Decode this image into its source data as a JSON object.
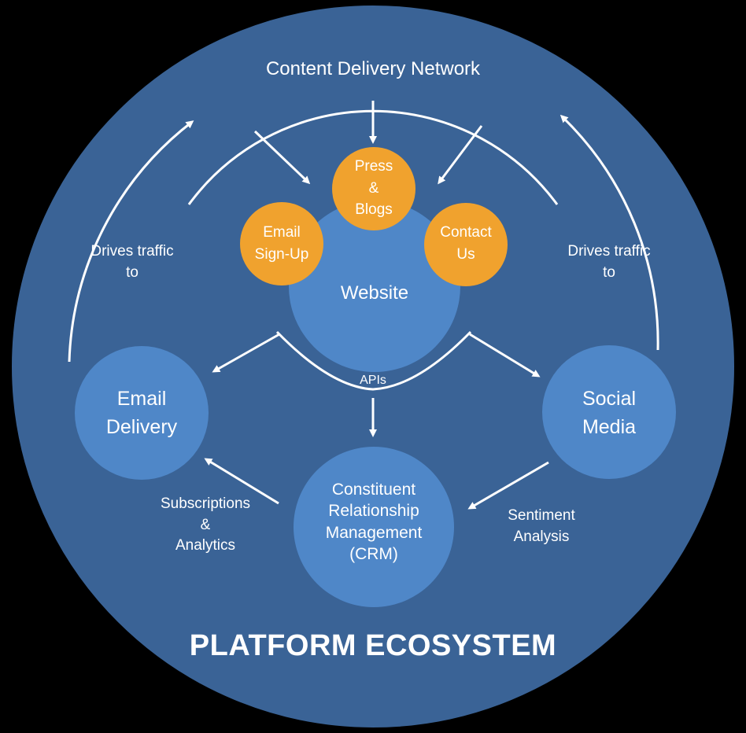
{
  "title": "PLATFORM ECOSYSTEM",
  "cdn": "Content Delivery Network",
  "apis": "APIs",
  "colors": {
    "background": "#000000",
    "ring": "#3a6396",
    "node": "#4f87c8",
    "orange": "#f0a22e",
    "line": "#ffffff"
  },
  "nodes": {
    "website": "Website",
    "press": [
      "Press",
      "&",
      "Blogs"
    ],
    "email_signup": [
      "Email",
      "Sign-Up"
    ],
    "contact": [
      "Contact",
      "Us"
    ],
    "email_delivery": [
      "Email",
      "Delivery"
    ],
    "social_media": [
      "Social",
      "Media"
    ],
    "crm": [
      "Constituent",
      "Relationship",
      "Management",
      "(CRM)"
    ]
  },
  "edges": {
    "drives_left": [
      "Drives traffic",
      "to"
    ],
    "drives_right": [
      "Drives traffic",
      "to"
    ],
    "subscriptions": [
      "Subscriptions",
      "&",
      "Analytics"
    ],
    "sentiment": [
      "Sentiment",
      "Analysis"
    ]
  }
}
